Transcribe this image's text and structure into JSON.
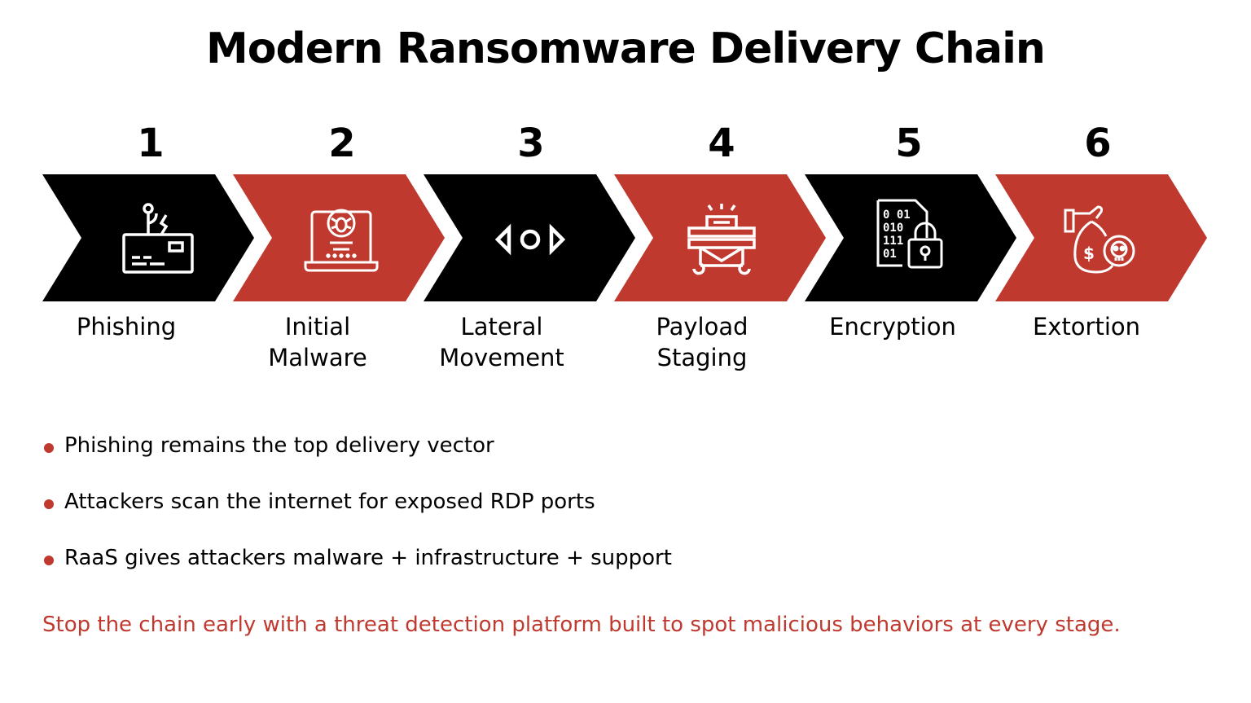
{
  "title": "Modern Ransomware Delivery Chain",
  "colors": {
    "black": "#000000",
    "red": "#c0392f",
    "white": "#ffffff"
  },
  "steps": [
    {
      "number": "1",
      "label_line1": "Phishing",
      "label_line2": "",
      "icon": "phishing-hook-card-icon",
      "color": "black"
    },
    {
      "number": "2",
      "label_line1": "Initial",
      "label_line2": "Malware",
      "icon": "bug-laptop-icon",
      "color": "red"
    },
    {
      "number": "3",
      "label_line1": "Lateral",
      "label_line2": "Movement",
      "icon": "lateral-arrows-icon",
      "color": "black"
    },
    {
      "number": "4",
      "label_line1": "Payload",
      "label_line2": "Staging",
      "icon": "payload-tray-icon",
      "color": "red"
    },
    {
      "number": "5",
      "label_line1": "Encryption",
      "label_line2": "",
      "icon": "binary-lock-icon",
      "color": "black"
    },
    {
      "number": "6",
      "label_line1": "Extortion",
      "label_line2": "",
      "icon": "money-bag-skull-icon",
      "color": "red"
    }
  ],
  "bullets": [
    "Phishing remains the top delivery vector",
    "Attackers scan the internet for exposed RDP ports",
    "RaaS gives attackers malware + infrastructure + support"
  ],
  "cta": "Stop the chain early with a threat detection platform built to spot malicious behaviors at every stage."
}
